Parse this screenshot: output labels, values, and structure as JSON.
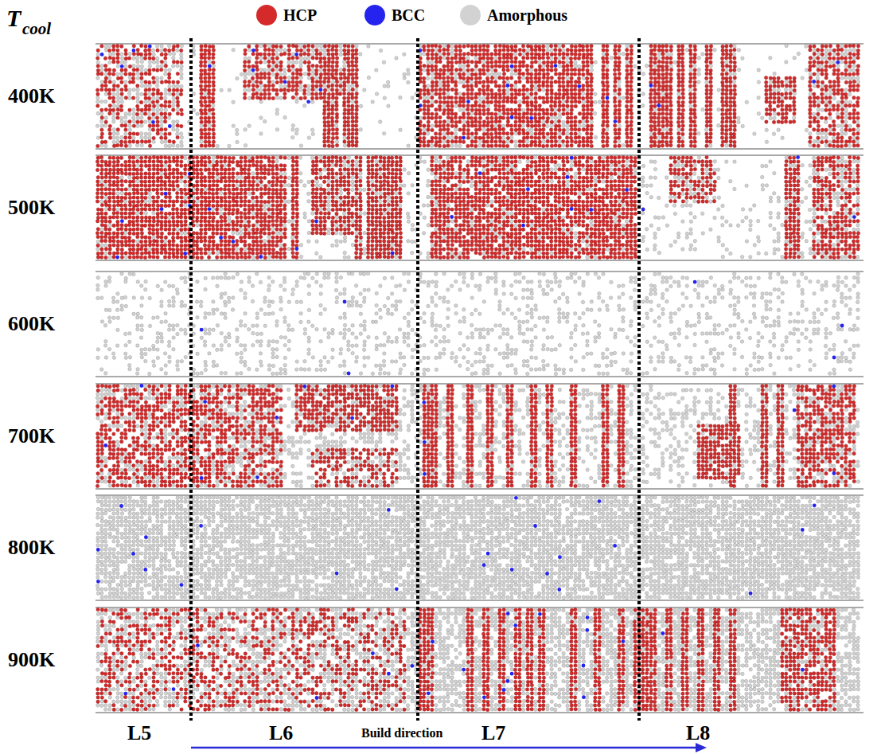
{
  "diagram": {
    "labels": [
      "T",
      "cool",
      "400K",
      "500K",
      "600K",
      "700K",
      "800K",
      "900K",
      "L5",
      "L6",
      "L7",
      "L8",
      "Build direction"
    ],
    "legend": [
      {
        "text": "HCP",
        "color": "#d42a2a"
      },
      {
        "text": "BCC",
        "color": "#2424ee"
      },
      {
        "text": "Amorphous",
        "color": "#d2d2d2"
      }
    ]
  }
}
